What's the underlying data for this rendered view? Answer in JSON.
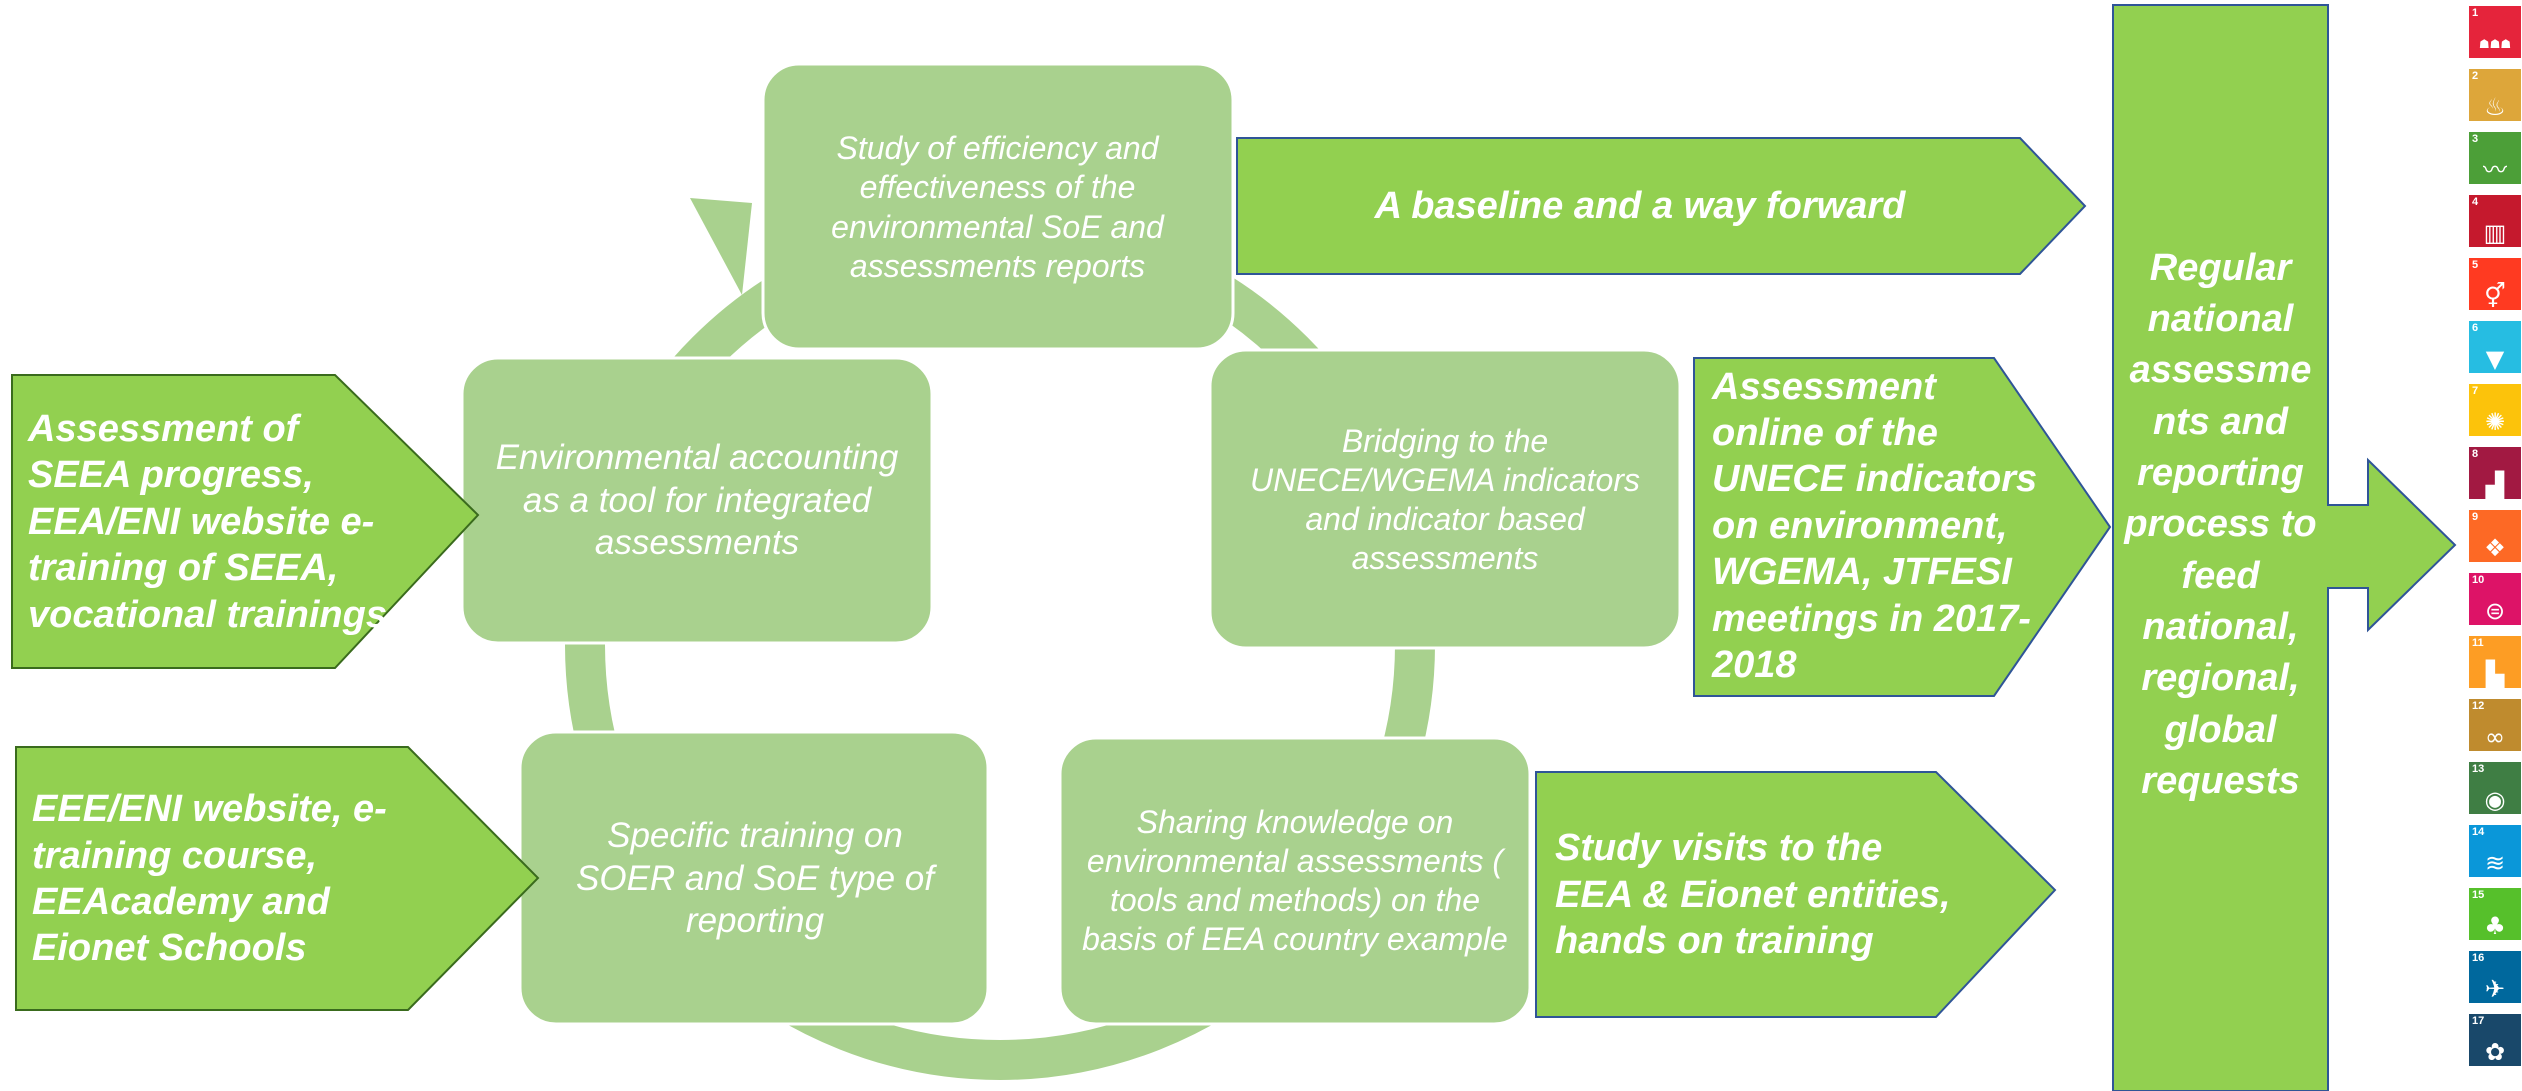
{
  "cycle_boxes": [
    {
      "id": "study",
      "text": "Study of efficiency and effectiveness of the environmental SoE and assessments reports"
    },
    {
      "id": "bridging",
      "text": "Bridging to the UNECE/WGEMA indicators and indicator based assessments"
    },
    {
      "id": "sharing",
      "text": "Sharing knowledge on environmental assessments ( tools and methods) on the basis of EEA country example"
    },
    {
      "id": "specific",
      "text": "Specific training on SOER and SoE type of reporting"
    },
    {
      "id": "accounting",
      "text": "Environmental accounting as a tool for integrated assessments"
    }
  ],
  "arrows": {
    "baseline": "A baseline and a way forward",
    "assessment_online": "Assessment online of the UNECE indicators on environment, WGEMA, JTFESI meetings in 2017-2018",
    "study_visits": "Study visits to the EEA & Eionet entities, hands on training",
    "seea": "Assessment of SEEA progress,  EEA/ENI website e-training of SEEA, vocational trainings",
    "eee_eni": "EEE/ENI  website, e-training course, EEAcademy and Eionet Schools"
  },
  "regular_box": "Regular national assessme nts and reporting process to feed national, regional, global requests",
  "colors": {
    "arrow_green": "#92d050",
    "box_green": "#a9d18e",
    "ring_green": "#a9d18e",
    "border_blue": "#2f5597"
  },
  "sdg_icons": [
    {
      "num": "1",
      "color": "#e5243b",
      "icon": "people-icon",
      "glyph": "☗☗☗"
    },
    {
      "num": "2",
      "color": "#dda63a",
      "icon": "bowl-icon",
      "glyph": "♨"
    },
    {
      "num": "3",
      "color": "#4c9f38",
      "icon": "heartbeat-icon",
      "glyph": "〰"
    },
    {
      "num": "4",
      "color": "#c5192d",
      "icon": "book-icon",
      "glyph": "▥"
    },
    {
      "num": "5",
      "color": "#ff3a21",
      "icon": "gender-icon",
      "glyph": "⚥"
    },
    {
      "num": "6",
      "color": "#26bde2",
      "icon": "water-glass-icon",
      "glyph": "▼"
    },
    {
      "num": "7",
      "color": "#fcc30b",
      "icon": "sun-icon",
      "glyph": "✺"
    },
    {
      "num": "8",
      "color": "#a21942",
      "icon": "growth-chart-icon",
      "glyph": "▟"
    },
    {
      "num": "9",
      "color": "#fd6925",
      "icon": "cubes-icon",
      "glyph": "❖"
    },
    {
      "num": "10",
      "color": "#dd1367",
      "icon": "equal-icon",
      "glyph": "⊜"
    },
    {
      "num": "11",
      "color": "#fd9d24",
      "icon": "city-icon",
      "glyph": "▙"
    },
    {
      "num": "12",
      "color": "#bf8b2e",
      "icon": "infinity-icon",
      "glyph": "∞"
    },
    {
      "num": "13",
      "color": "#3f7e44",
      "icon": "eye-globe-icon",
      "glyph": "◉"
    },
    {
      "num": "14",
      "color": "#0a97d9",
      "icon": "fish-icon",
      "glyph": "≋"
    },
    {
      "num": "15",
      "color": "#56c02b",
      "icon": "tree-bird-icon",
      "glyph": "♣"
    },
    {
      "num": "16",
      "color": "#00689d",
      "icon": "dove-icon",
      "glyph": "✈"
    },
    {
      "num": "17",
      "color": "#19486a",
      "icon": "flower-rings-icon",
      "glyph": "✿"
    }
  ]
}
